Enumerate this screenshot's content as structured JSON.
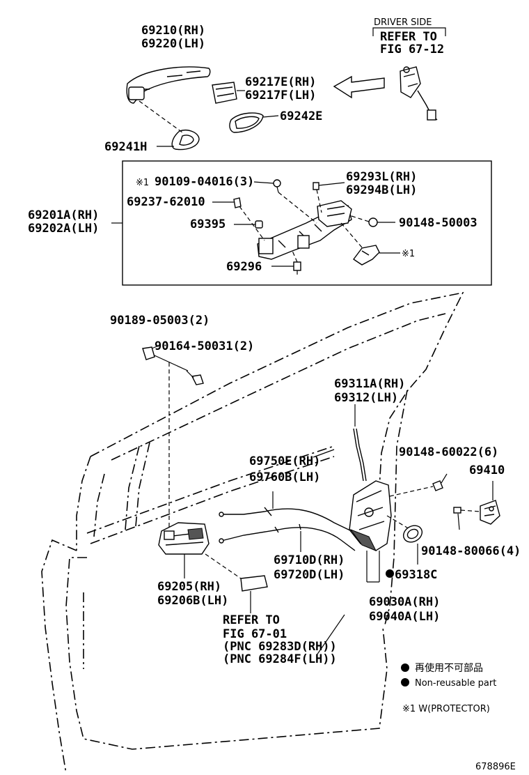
{
  "labels": {
    "l69210": "69210(RH)",
    "l69220": "69220(LH)",
    "driver_side": "DRIVER SIDE",
    "refer_to_1": "REFER TO",
    "fig_67_12": "FIG 67-12",
    "l69217E": "69217E(RH)",
    "l69217F": "69217F(LH)",
    "l69242E": "69242E",
    "l69241H": "69241H",
    "mark_90109": "※1",
    "l90109": "90109-04016(3)",
    "l69293L": "69293L(RH)",
    "l69294B": "69294B(LH)",
    "l69237": "69237-62010",
    "l69201A": "69201A(RH)",
    "l69202A": "69202A(LH)",
    "l69395": "69395",
    "l90148_50003": "90148-50003",
    "mark_protector": "※1",
    "l69296": "69296",
    "l90189": "90189-05003(2)",
    "l90164": "90164-50031(2)",
    "l69311A": "69311A(RH)",
    "l69312": "69312(LH)",
    "l90148_60022": "90148-60022(6)",
    "l69410": "69410",
    "l69750E": "69750E(RH)",
    "l69760B": "69760B(LH)",
    "l90148_80066": "90148-80066(4)",
    "l69710D": "69710D(RH)",
    "l69720D": "69720D(LH)",
    "l69318C": "69318C",
    "l69205": "69205(RH)",
    "l69206B": "69206B(LH)",
    "l69030A": "69030A(RH)",
    "l69040A": "69040A(LH)",
    "refer_to_2": "REFER TO",
    "fig_67_01": "FIG 67-01",
    "pnc_69283D": "(PNC 69283D(RH))",
    "pnc_69284F": "(PNC 69284F(LH))"
  },
  "legend": {
    "jp_text": "再使用不可部品",
    "en_text": "Non-reusable part",
    "note": "※1 W(PROTECTOR)"
  },
  "figure_id": "678896E"
}
